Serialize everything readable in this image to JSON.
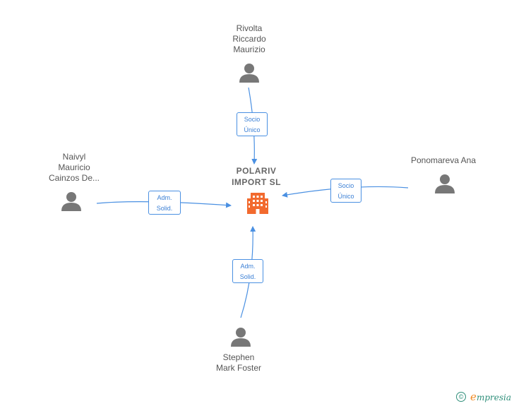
{
  "company": {
    "name": "POLARIV\nIMPORT  SL",
    "color": "#f26a2e"
  },
  "people": [
    {
      "id": "rivolta",
      "name": "Rivolta\nRiccardo\nMaurizio"
    },
    {
      "id": "naivyl",
      "name": "Naivyl\nMauricio\nCainzos De..."
    },
    {
      "id": "ponomareva",
      "name": "Ponomareva Ana"
    },
    {
      "id": "stephen",
      "name": "Stephen\nMark Foster"
    }
  ],
  "relations": [
    {
      "from": "rivolta",
      "label": "Socio\nÚnico"
    },
    {
      "from": "naivyl",
      "label": "Adm.\nSolid."
    },
    {
      "from": "ponomareva",
      "label": "Socio\nÚnico"
    },
    {
      "from": "stephen",
      "label": "Adm.\nSolid."
    }
  ],
  "colors": {
    "edge": "#4a90e2",
    "person_icon": "#777777",
    "text": "#555555"
  },
  "footer": {
    "copyright_symbol": "©",
    "brand_initial": "e",
    "brand_rest": "mpresia"
  }
}
